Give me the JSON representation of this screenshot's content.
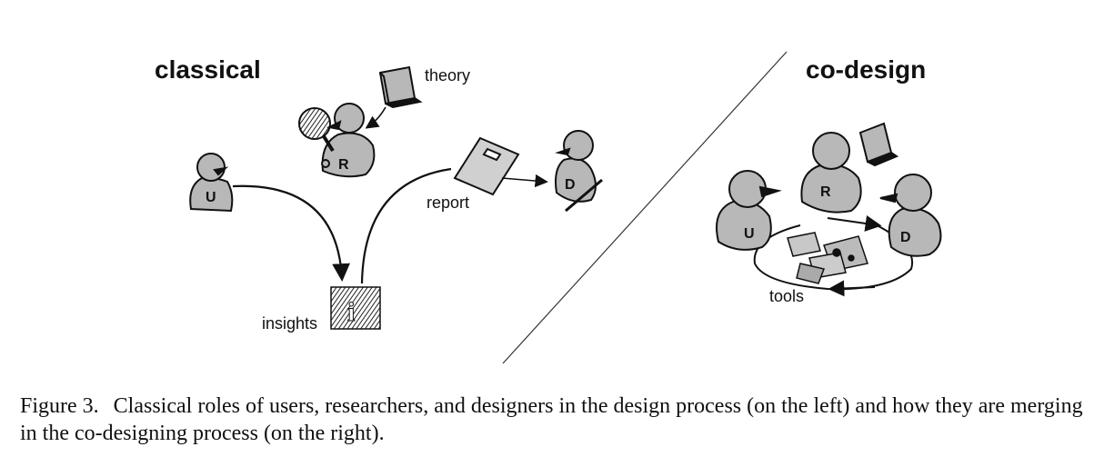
{
  "figure": {
    "left_title": "classical",
    "right_title": "co-design",
    "labels": {
      "theory": "theory",
      "report": "report",
      "insights": "insights",
      "tools": "tools"
    },
    "figure_letters": {
      "user": "U",
      "researcher": "R",
      "designer": "D"
    },
    "colors": {
      "figure_fill": "#b8b8b8",
      "ink": "#111111"
    }
  },
  "caption": {
    "number": "Figure 3.",
    "text": "Classical roles of users, researchers, and designers in the design process (on the left) and how they are merging in the co-designing process (on the right)."
  }
}
